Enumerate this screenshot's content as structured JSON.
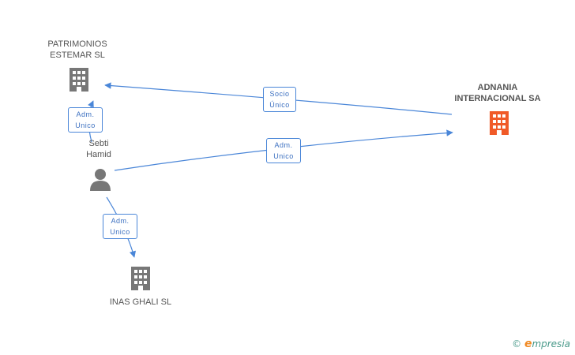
{
  "nodes": {
    "patrimonios": {
      "label_line1": "PATRIMONIOS",
      "label_line2": "ESTEMAR SL",
      "type": "company",
      "color": "#777777"
    },
    "adnania": {
      "label_line1": "ADNANIA",
      "label_line2": "INTERNACIONAL SA",
      "type": "company",
      "color": "#f05a28"
    },
    "sebti": {
      "label_line1": "Sebti",
      "label_line2": "Hamid",
      "type": "person",
      "color": "#777777"
    },
    "inas": {
      "label_line1": "INAS GHALI SL",
      "type": "company",
      "color": "#777777"
    }
  },
  "edges": [
    {
      "from": "adnania",
      "to": "patrimonios",
      "line1": "Socio",
      "line2": "Único"
    },
    {
      "from": "sebti",
      "to": "adnania",
      "line1": "Adm.",
      "line2": "Unico"
    },
    {
      "from": "sebti",
      "to": "patrimonios",
      "line1": "Adm.",
      "line2": "Unico"
    },
    {
      "from": "sebti",
      "to": "inas",
      "line1": "Adm.",
      "line2": "Unico"
    }
  ],
  "colors": {
    "edge": "#4a86d8",
    "edge_label_text": "#3b6fc0"
  },
  "footer": {
    "copyright": "©",
    "brand_initial": "e",
    "brand_rest": "mpresia"
  }
}
